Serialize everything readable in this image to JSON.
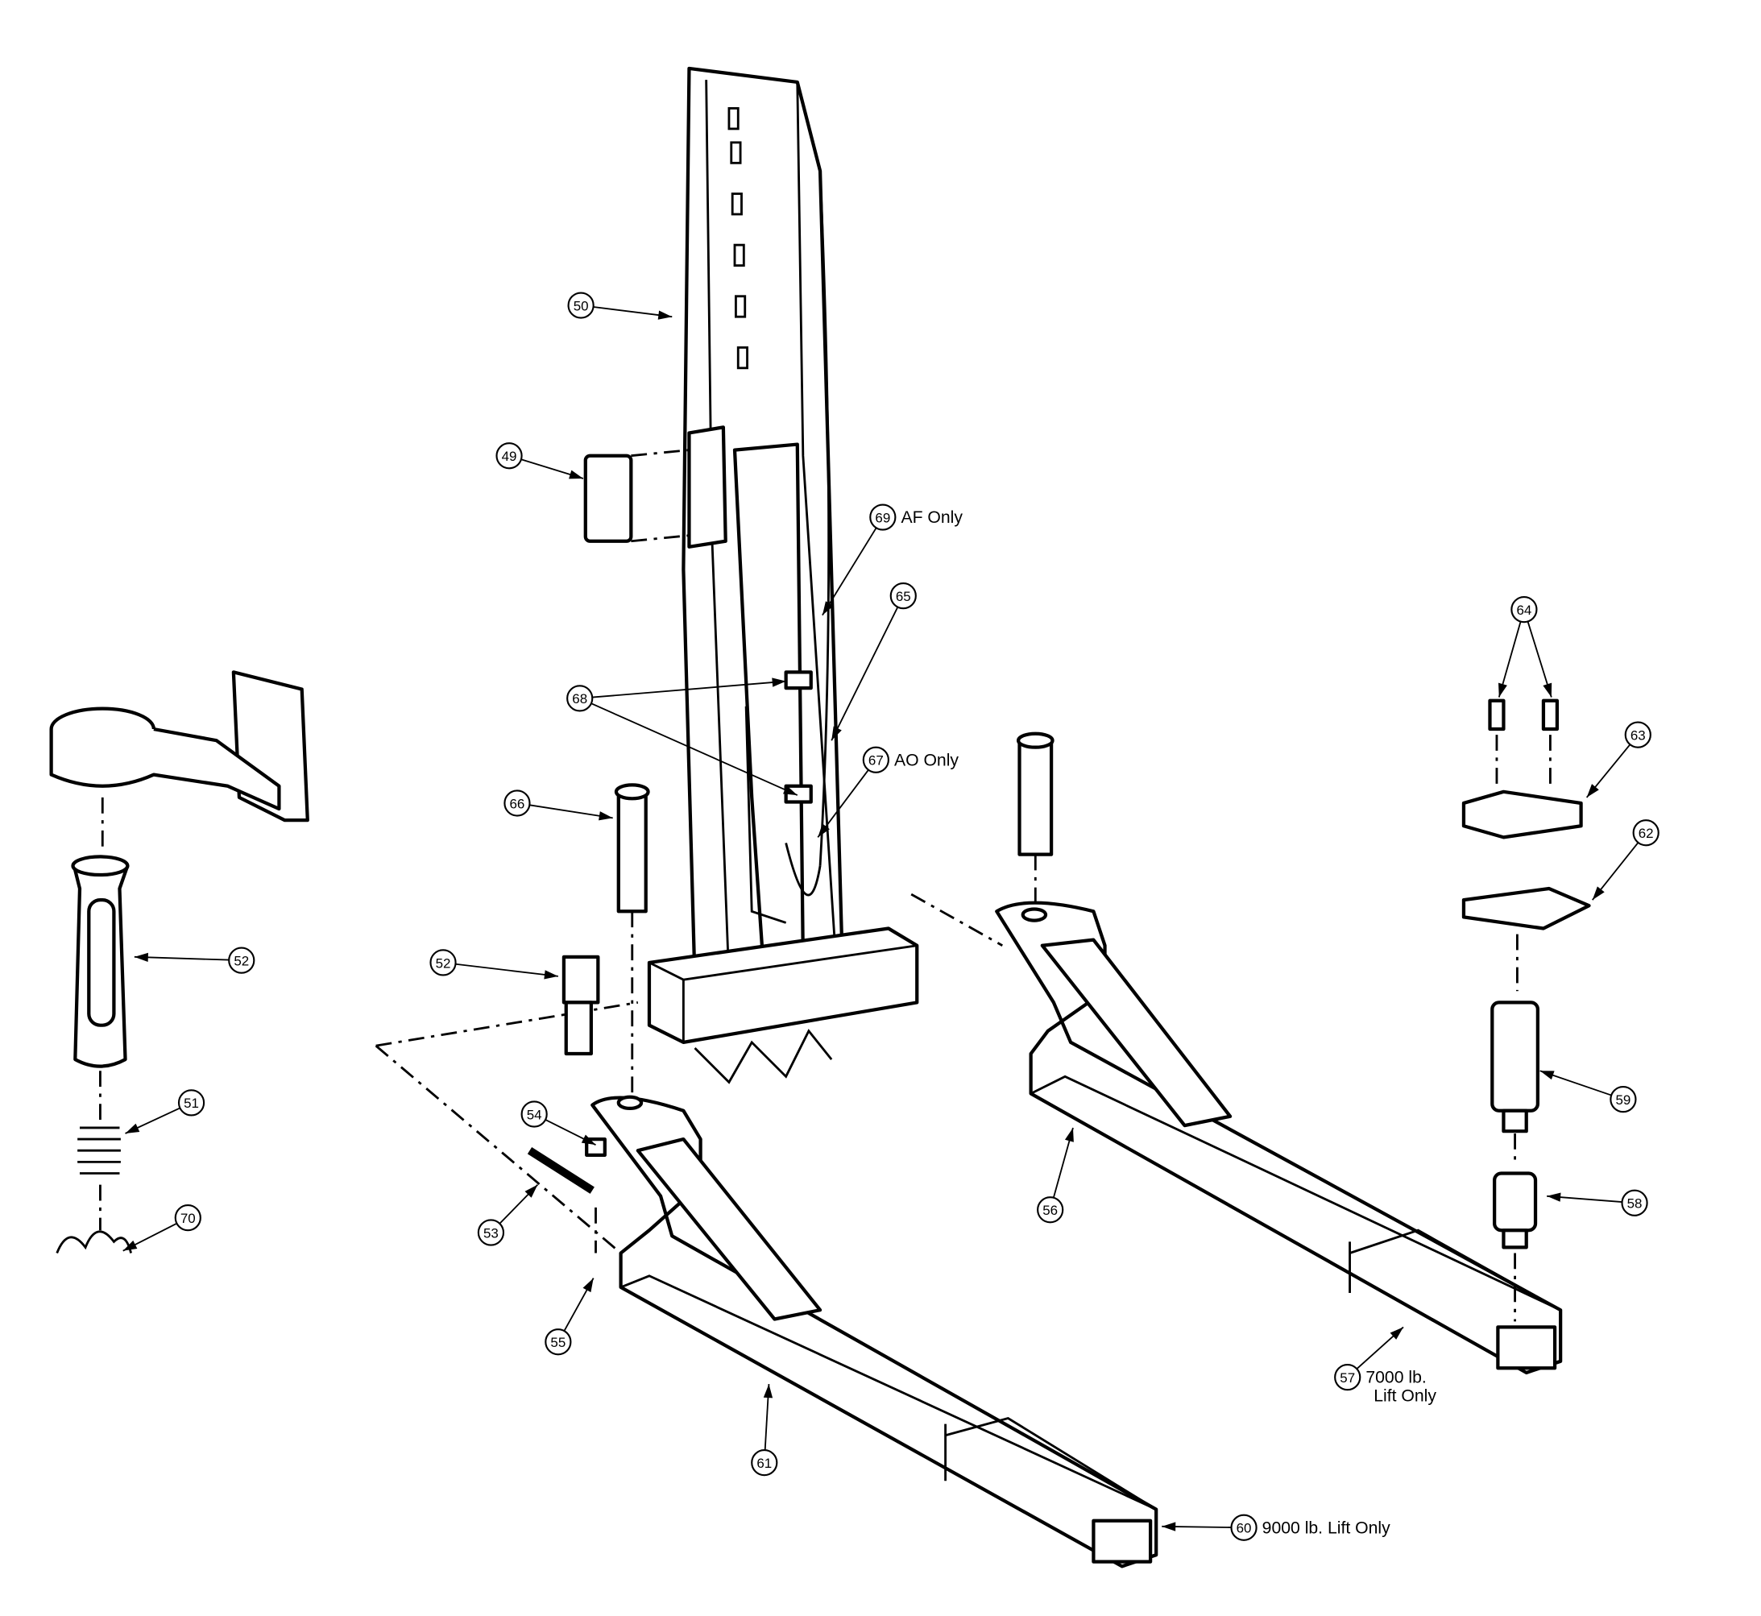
{
  "diagram": {
    "type": "exploded parts diagram",
    "callouts": [
      {
        "id": "50",
        "note": ""
      },
      {
        "id": "49",
        "note": ""
      },
      {
        "id": "69",
        "note": "AF Only"
      },
      {
        "id": "65",
        "note": ""
      },
      {
        "id": "68",
        "note": ""
      },
      {
        "id": "67",
        "note": "AO Only"
      },
      {
        "id": "66",
        "note": ""
      },
      {
        "id": "52",
        "note": ""
      },
      {
        "id": "52",
        "note": ""
      },
      {
        "id": "51",
        "note": ""
      },
      {
        "id": "70",
        "note": ""
      },
      {
        "id": "54",
        "note": ""
      },
      {
        "id": "53",
        "note": ""
      },
      {
        "id": "55",
        "note": ""
      },
      {
        "id": "61",
        "note": ""
      },
      {
        "id": "60",
        "note": "9000 lb. Lift Only"
      },
      {
        "id": "56",
        "note": ""
      },
      {
        "id": "57",
        "note": "7000 lb.",
        "note2": "Lift Only"
      },
      {
        "id": "58",
        "note": ""
      },
      {
        "id": "59",
        "note": ""
      },
      {
        "id": "62",
        "note": ""
      },
      {
        "id": "63",
        "note": ""
      },
      {
        "id": "64",
        "note": ""
      }
    ]
  }
}
